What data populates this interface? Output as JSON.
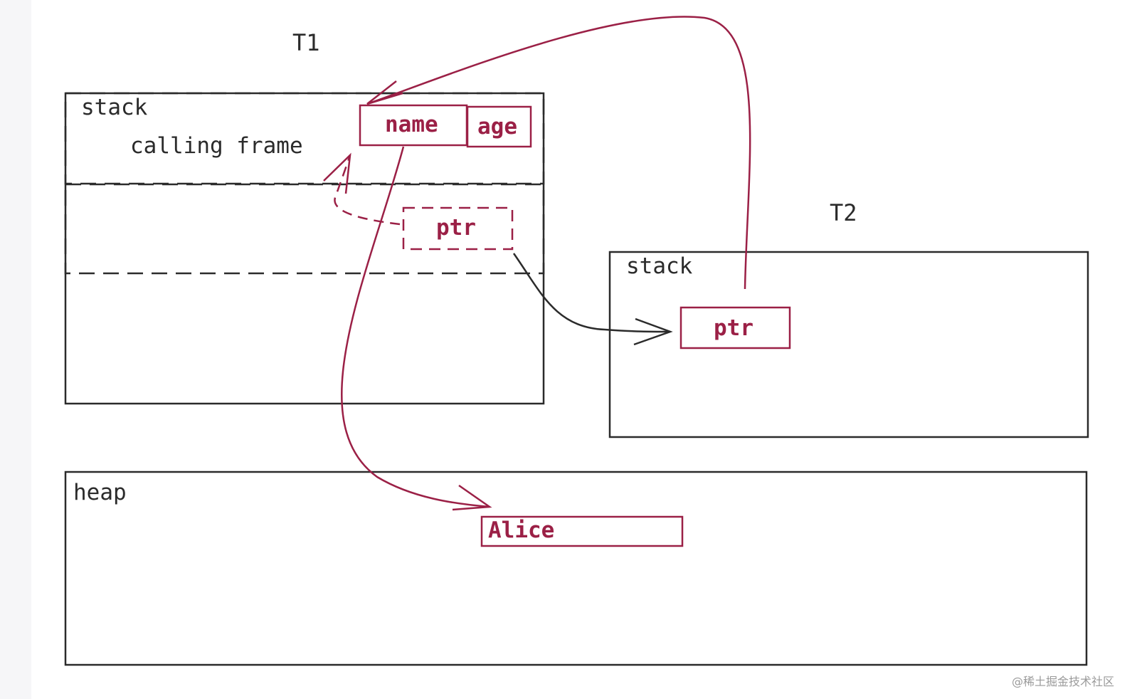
{
  "threads": {
    "t1": {
      "title": "T1",
      "stack_label": "stack",
      "frame_label": "calling frame"
    },
    "t2": {
      "title": "T2",
      "stack_label": "stack"
    }
  },
  "heap": {
    "label": "heap"
  },
  "cells": {
    "name": "name",
    "age": "age",
    "ptr_t1": "ptr",
    "ptr_t2": "ptr",
    "alice": "Alice"
  },
  "watermark": "@稀土掘金技术社区",
  "colors": {
    "outline": "#2b2b2b",
    "accent": "#9b2046",
    "background": "#ffffff"
  }
}
